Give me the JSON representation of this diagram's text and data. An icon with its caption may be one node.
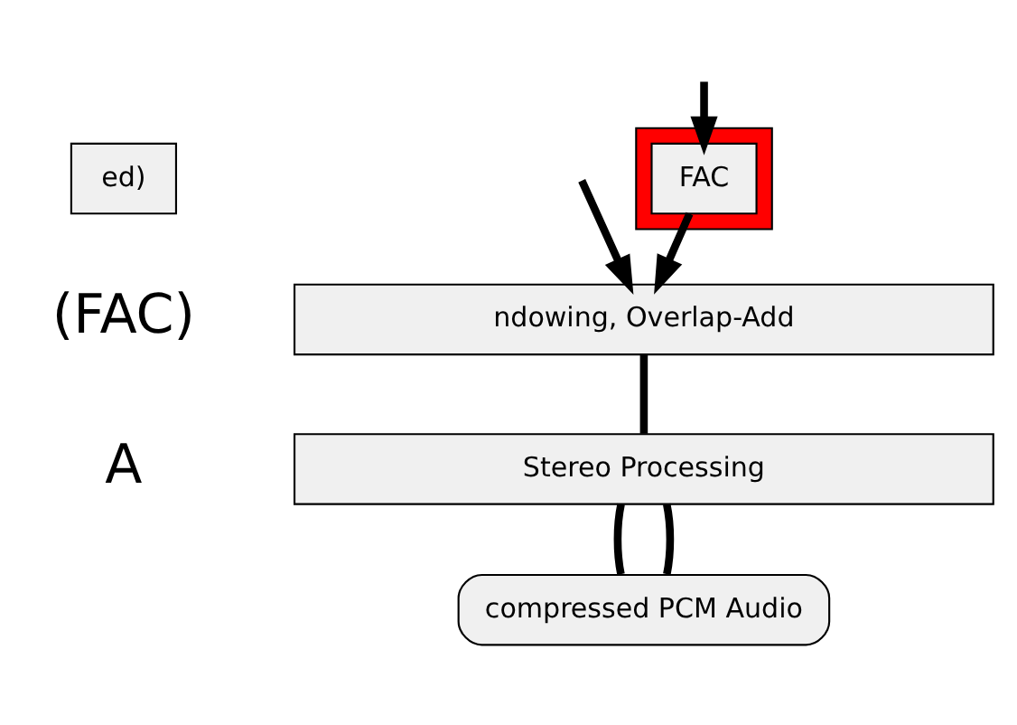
{
  "diagram": {
    "nodes": [
      {
        "text": [
          "ed)"
        ]
      },
      {
        "text": [],
        "shape": "box"
      },
      {
        "text": [
          "FAC"
        ],
        "in": 1
      },
      {
        "text": [
          "ndowing, Overlap-Add"
        ]
      },
      {
        "text": [
          "Stereo Processing"
        ]
      },
      {
        "text": [
          "compressed PCM Audio"
        ]
      }
    ],
    "edges": [
      {
        "from": null,
        "to": 3,
        "arrow": "to"
      },
      {
        "from": null,
        "to": 2,
        "arrow": "to"
      },
      {
        "from": 2,
        "to": 3,
        "arrow": "to"
      },
      {
        "from": 3,
        "to": 4,
        "arrow": "none"
      },
      {
        "from": 4,
        "to": 5,
        "arrow": "none"
      },
      {
        "from": 4,
        "to": 5,
        "arrow": "none"
      }
    ],
    "labels": [
      "(FAC)",
      "A"
    ]
  }
}
